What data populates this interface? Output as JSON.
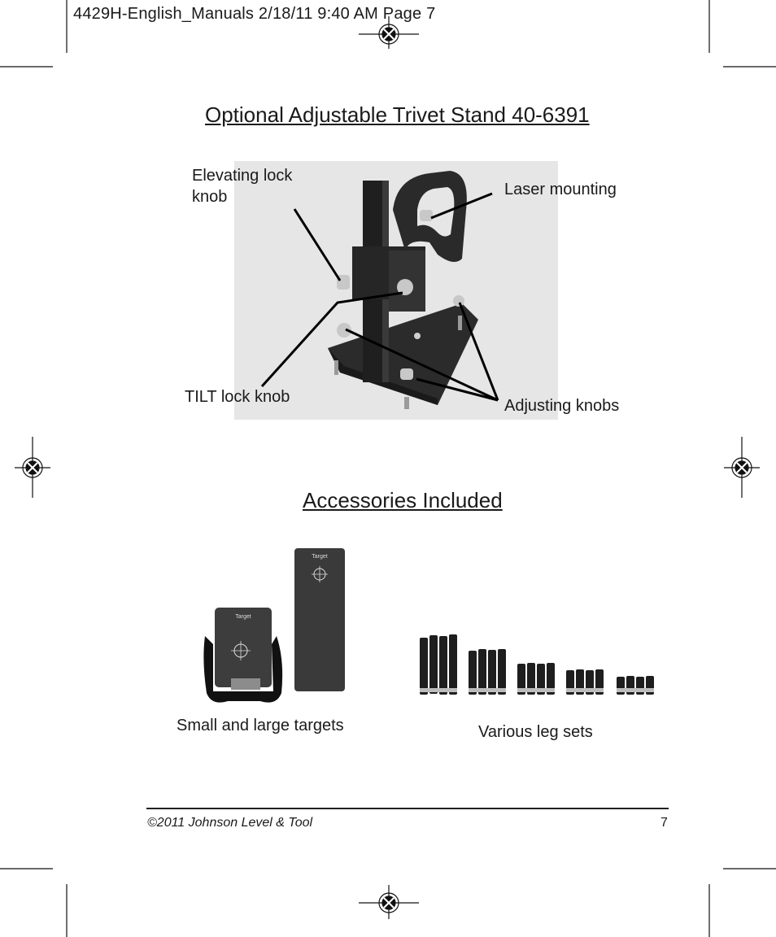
{
  "slug_line": "4429H-English_Manuals  2/18/11  9:40 AM  Page 7",
  "section1": {
    "title": "Optional Adjustable Trivet Stand 40-6391",
    "callouts": {
      "elevating_lock_knob": "Elevating lock knob",
      "laser_mounting": "Laser mounting",
      "tilt_lock_knob": "TILT lock knob",
      "adjusting_knobs": "Adjusting knobs"
    }
  },
  "section2": {
    "title": "Accessories Included",
    "captions": {
      "targets": "Small and large targets",
      "legs": "Various leg sets"
    },
    "target_label": "Target"
  },
  "footer": {
    "copyright": "©2011 Johnson Level & Tool",
    "page_number": "7"
  }
}
